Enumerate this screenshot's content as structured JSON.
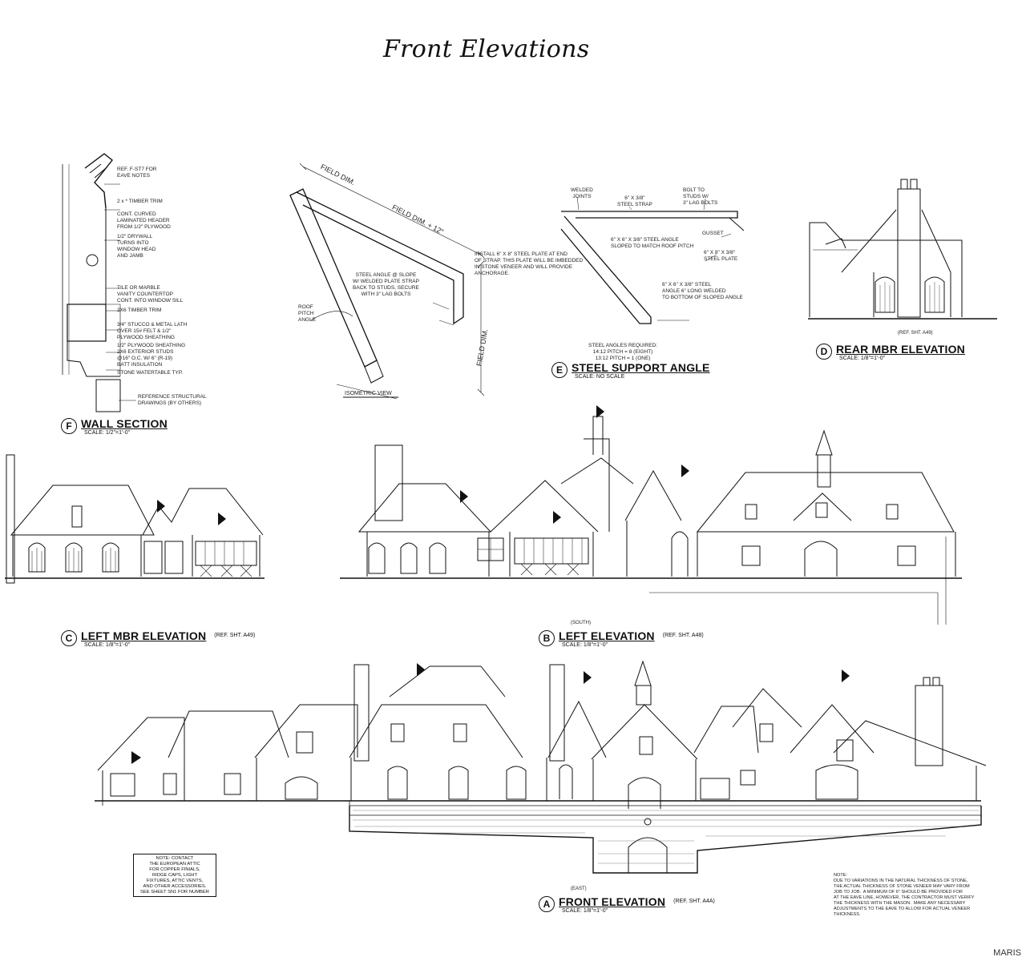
{
  "page_title": "Front Elevations",
  "watermark": "MARIS",
  "sheet_labels": [
    {
      "key": "F",
      "letter": "F",
      "name": "WALL SECTION",
      "scale": "SCALE: 1/2\"=1'-0\"",
      "ref": ""
    },
    {
      "key": "E",
      "letter": "E",
      "name": "STEEL SUPPORT ANGLE",
      "scale": "SCALE: NO SCALE",
      "ref": ""
    },
    {
      "key": "D",
      "letter": "D",
      "name": "REAR MBR ELEVATION",
      "scale": "SCALE: 1/8\"=1'-0\"",
      "ref": "(REF. SHT. A49)"
    },
    {
      "key": "C",
      "letter": "C",
      "name": "LEFT MBR ELEVATION",
      "scale": "SCALE: 1/8\"=1'-0\"",
      "ref": "(REF. SHT. A49)"
    },
    {
      "key": "B",
      "letter": "B",
      "name": "LEFT ELEVATION",
      "scale": "SCALE: 1/8\"=1'-0\"",
      "ref": "(REF. SHT. A48)",
      "above": "(SOUTH)"
    },
    {
      "key": "A",
      "letter": "A",
      "name": "FRONT ELEVATION",
      "scale": "SCALE: 1/8\"=1'-0\"",
      "ref": "(REF. SHT. A4A)",
      "above": "(EAST)"
    }
  ],
  "wall_section_notes": [
    "REF. F-ST7 FOR\nEAVE NOTES",
    "2 x * TIMBER TRIM",
    "CONT. CURVED\nLAMINATED HEADER\nFROM 1/2\" PLYWOOD",
    "1/2\" DRYWALL\nTURNS INTO\nWINDOW HEAD\nAND JAMB",
    "TILE OR MARBLE\nVANITY COUNTERTOP\nCONT. INTO WINDOW SILL",
    "2X6 TIMBER TRIM",
    "3/4\" STUCCO & METAL LATH\nOVER 15# FELT & 1/2\"\nPLYWOOD SHEATHING",
    "1/2\" PLYWOOD SHEATHING\n2X6 EXTERIOR STUDS\n@16\" O.C. W/ 6\" (R-19)\nBATT INSULATION",
    "STONE WATERTABLE TYP.",
    "REFERENCE STRUCTURAL\nDRAWINGS (BY OTHERS)"
  ],
  "isometric_notes": {
    "field_dim_1": "FIELD DIM.",
    "field_dim_2": "FIELD DIM. + 12\"",
    "field_dim_3": "FIELD DIM.",
    "angle_note": "STEEL ANGLE @ SLOPE\nW/ WELDED PLATE STRAP\nBACK TO STUDS, SECURE\nWITH 3\" LAG BOLTS",
    "plate_note": "INSTALL 6\" X 8\" STEEL PLATE AT END\nOF STRAP. THIS PLATE WILL BE IMBEDDED\nIN STONE VENEER AND WILL PROVIDE\nANCHORAGE.",
    "roof_pitch": "ROOF\nPITCH\nANGLE",
    "view_label": "ISOMETRIC VIEW"
  },
  "steel_angle_notes": {
    "welded": "WELDED\nJOINTS",
    "strap": "6\" X 3/8\"\nSTEEL STRAP",
    "bolt": "BOLT TO\nSTUDS W/\n3\" LAG BOLTS",
    "gusset": "GUSSET",
    "angle": "6\" X 6\" X 3/8\" STEEL ANGLE\nSLOPED TO MATCH ROOF PITCH",
    "plate": "6\" X 8\" X 3/8\"\nSTEEL PLATE",
    "weld": "6\" X 6\" X 3/8\" STEEL\nANGLE 6\" LONG WELDED\nTO BOTTOM OF SLOPED ANGLE",
    "required": "STEEL ANGLES REQUIRED:\n14:12 PITCH = 8 (EIGHT)\n13:12 PITCH = 1 (ONE)"
  },
  "attic_note": "NOTE: CONTACT\nTHE EUROPEAN ATTIC\nFOR COPPER FINIALS,\nRIDGE CAPS, LIGHT\nFIXTURES, ATTIC VENTS,\nAND OTHER ACCESSORIES.\nSEE SHEET SN1 FOR NUMBER",
  "stone_note": "NOTE:\nDUE TO VARIATIONS IN THE NATURAL THICKNESS OF STONE,\nTHE ACTUAL THICKNESS OF STONE VENEER MAY VARY FROM\nJOB TO JOB.  A MINIMUM OF 6\" SHOULD BE PROVIDED FOR\nAT THE EAVE LINE, HOWEVER, THE CONTRACTOR MUST VERIFY\nTHE THICKNESS WITH THE MASON.  MAKE ANY NECESSARY\nADJUSTMENTS TO THE EAVE TO ALLOW FOR ACTUAL VENEER\nTHICKNESS."
}
